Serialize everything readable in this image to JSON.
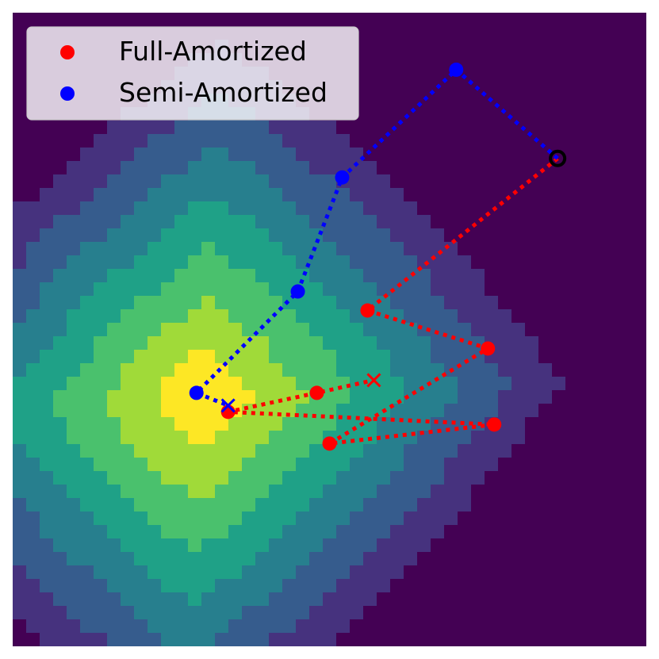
{
  "chart_data": {
    "type": "scatter",
    "xlim": [
      0,
      10
    ],
    "ylim": [
      0,
      10
    ],
    "grid": false,
    "axes_visible": false,
    "legend": {
      "placement": "top-left",
      "entries": [
        {
          "label": "Full-Amortized",
          "color": "#ff0000"
        },
        {
          "label": "Semi-Amortized",
          "color": "#0000ff"
        }
      ]
    },
    "background": {
      "type": "heatmap",
      "colormap": "viridis",
      "peak": [
        3.0,
        3.9
      ],
      "description_colors": [
        "#440154",
        "#46327e",
        "#365c8d",
        "#277f8e",
        "#1fa187",
        "#4ac16d",
        "#a0da39",
        "#fde725"
      ]
    },
    "start_point": {
      "x": 8.6,
      "y": 7.7,
      "marker": "circle-outline",
      "color": "#000000"
    },
    "series": [
      {
        "name": "Full-Amortized",
        "color": "#ff0000",
        "linestyle": "dotted",
        "end_marker": "x",
        "points": [
          {
            "x": 8.6,
            "y": 7.7
          },
          {
            "x": 5.6,
            "y": 5.3
          },
          {
            "x": 7.5,
            "y": 4.7
          },
          {
            "x": 5.0,
            "y": 3.2
          },
          {
            "x": 7.6,
            "y": 3.5
          },
          {
            "x": 3.4,
            "y": 3.7
          },
          {
            "x": 4.8,
            "y": 4.0
          },
          {
            "x": 5.7,
            "y": 4.2
          }
        ]
      },
      {
        "name": "Semi-Amortized",
        "color": "#0000ff",
        "linestyle": "dotted",
        "end_marker": "x",
        "points": [
          {
            "x": 8.6,
            "y": 7.7
          },
          {
            "x": 7.0,
            "y": 9.1
          },
          {
            "x": 5.2,
            "y": 7.4
          },
          {
            "x": 4.5,
            "y": 5.6
          },
          {
            "x": 2.9,
            "y": 4.0
          },
          {
            "x": 3.4,
            "y": 3.8
          }
        ]
      }
    ]
  }
}
